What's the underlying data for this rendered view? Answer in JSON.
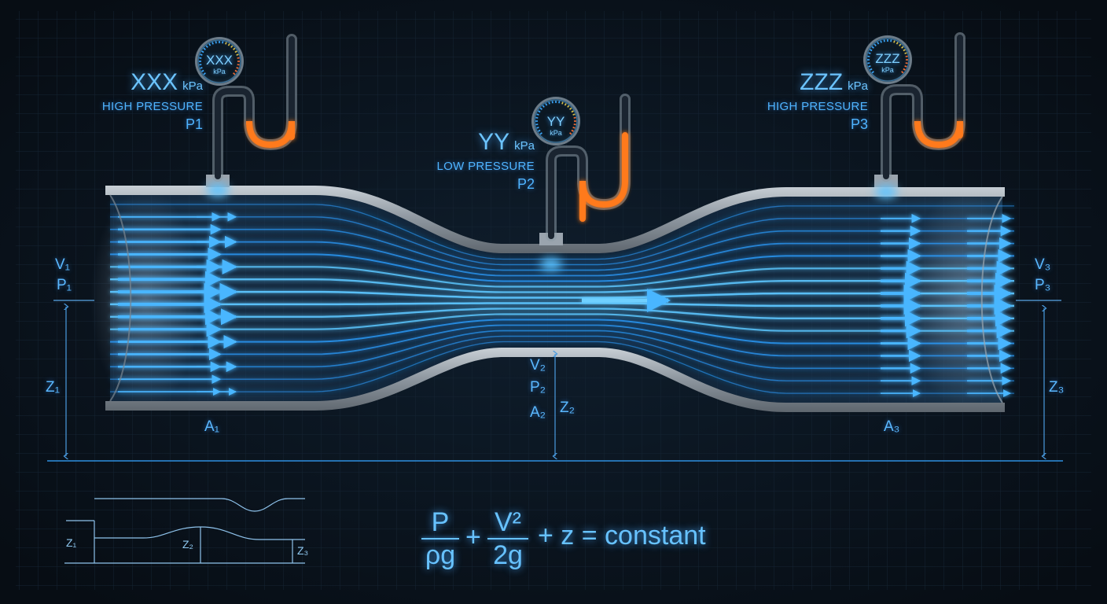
{
  "gauges": [
    {
      "display": "XXX",
      "unit": "kPa"
    },
    {
      "display": "YY",
      "unit": "kPa"
    },
    {
      "display": "ZZZ",
      "unit": "kPa"
    }
  ],
  "readouts": [
    {
      "value": "XXX",
      "unit": "kPa",
      "caption": "HIGH PRESSURE",
      "point": "P1"
    },
    {
      "value": "YY",
      "unit": "kPa",
      "caption": "LOW PRESSURE",
      "point": "P2"
    },
    {
      "value": "ZZZ",
      "unit": "kPa",
      "caption": "HIGH PRESSURE",
      "point": "P3"
    }
  ],
  "sections": {
    "inlet": {
      "velocity": "V₁",
      "pressure": "P₁",
      "height": "Z₁",
      "area": "A₁"
    },
    "throat": {
      "velocity": "V₂",
      "pressure": "P₂",
      "height": "Z₂",
      "area": "A₂"
    },
    "outlet": {
      "velocity": "V₃",
      "pressure": "P₃",
      "height": "Z₃",
      "area": "A₃"
    }
  },
  "mini_diagram": {
    "z1": "Z₁",
    "z2": "Z₂",
    "z3": "Z₃"
  },
  "equation": {
    "term1_num": "P",
    "term1_den": "ρg",
    "plus1": "+",
    "term2_num": "V²",
    "term2_den": "2g",
    "rest": "+ z = constant"
  },
  "colors": {
    "background": "#0a1119",
    "grid": "#1a2a3a",
    "streamline": "#2a9dff",
    "pipe_wall": "#9aa4ae",
    "fluid_column": "#ff7a1a",
    "label": "#4fb4ff"
  }
}
